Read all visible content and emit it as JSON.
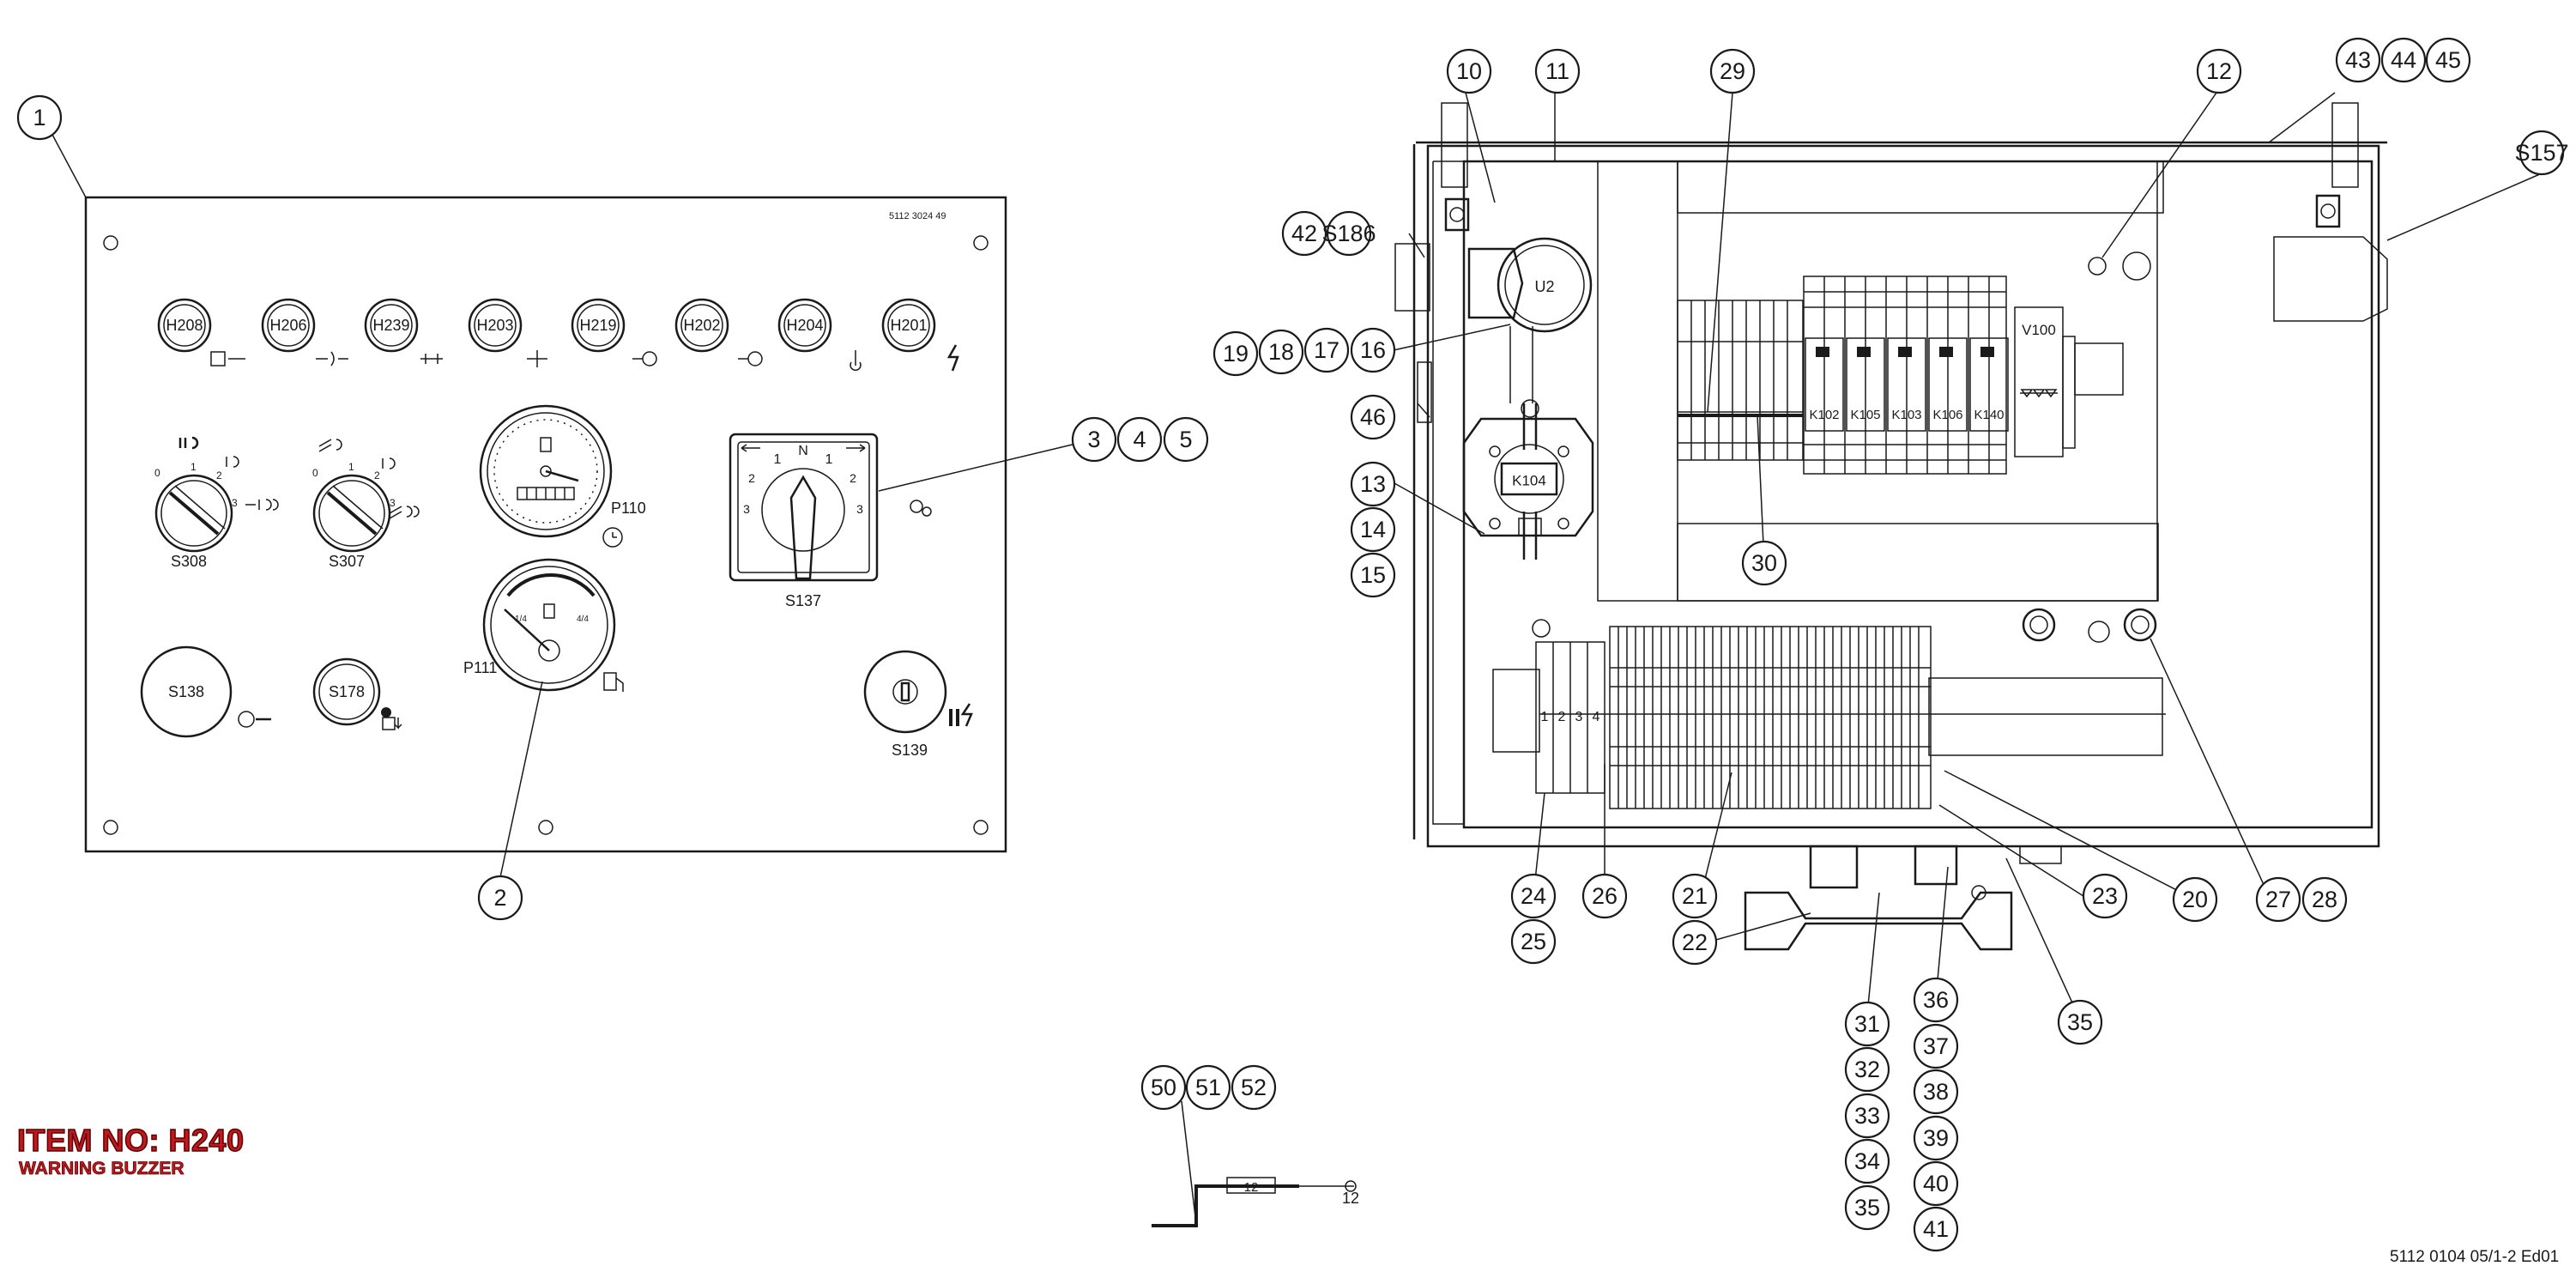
{
  "panel": {
    "part_number": "5112 3024 49",
    "indicators": [
      "H208",
      "H206",
      "H239",
      "H203",
      "H219",
      "H202",
      "H204",
      "H201"
    ],
    "switches": {
      "s308": "S308",
      "s307": "S307",
      "s137": "S137",
      "s138": "S138",
      "s178": "S178",
      "s139": "S139"
    },
    "gauges": {
      "p110": "P110",
      "p111": "P111"
    },
    "s137_positions": [
      "N",
      "1",
      "1",
      "2",
      "2",
      "3",
      "3"
    ],
    "fuel_scale": [
      "1/4",
      "4/4"
    ]
  },
  "box": {
    "u2": "U2",
    "k104": "K104",
    "v100": "V100",
    "relays": [
      "K102",
      "K105",
      "K103",
      "K106",
      "K140"
    ],
    "terminal_numbers": [
      "1",
      "2",
      "3",
      "4"
    ],
    "wire_label": "12",
    "wire_end": "12"
  },
  "callouts": [
    "1",
    "2",
    "3",
    "4",
    "5",
    "10",
    "11",
    "12",
    "13",
    "14",
    "15",
    "16",
    "17",
    "18",
    "19",
    "20",
    "21",
    "22",
    "23",
    "24",
    "25",
    "26",
    "27",
    "28",
    "29",
    "30",
    "31",
    "32",
    "33",
    "34",
    "35",
    "35",
    "36",
    "37",
    "38",
    "39",
    "40",
    "41",
    "42",
    "43",
    "44",
    "45",
    "46",
    "50",
    "51",
    "52",
    "S186",
    "S157"
  ],
  "item": {
    "title": "ITEM NO: H240",
    "subtitle": "WARNING BUZZER"
  },
  "doc_ref": "5112 0104 05/1-2 Ed01",
  "colors": {
    "line": "#1a1a1a",
    "item_red": "#c0181e"
  }
}
